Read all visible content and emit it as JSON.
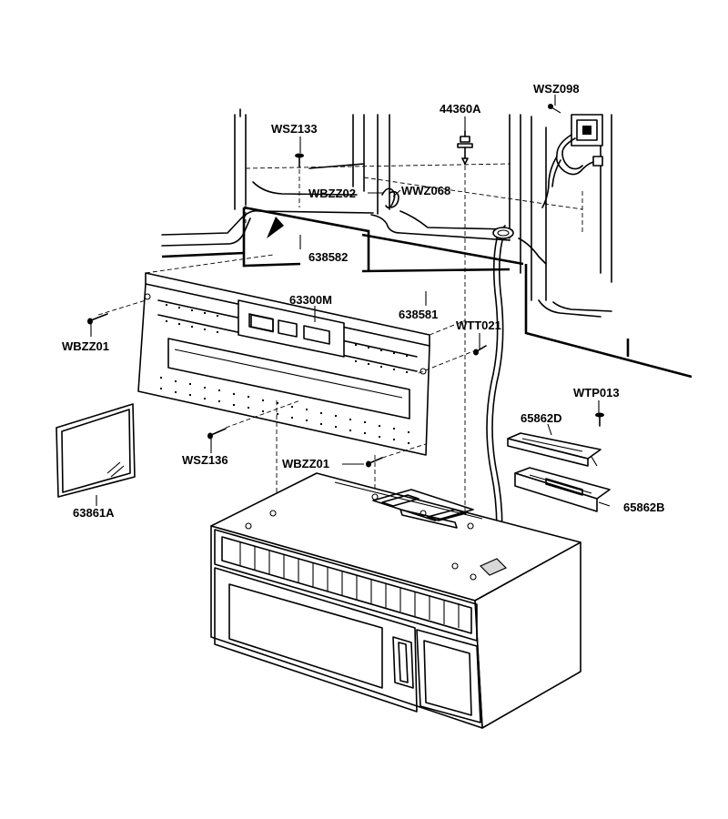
{
  "labels": {
    "WSZ098": "WSZ098",
    "L44360A": "44360A",
    "WSZ133": "WSZ133",
    "WBZZ02": "WBZZ02",
    "WWZ068": "WWZ068",
    "L638582": "638582",
    "L63300M": "63300M",
    "L638581": "638581",
    "WBZZ01_left": "WBZZ01",
    "WTT021": "WTT021",
    "WTP013": "WTP013",
    "L65862D": "65862D",
    "WSZ136": "WSZ136",
    "WBZZ01_center": "WBZZ01",
    "L63861A": "63861A",
    "L65862B": "65862B"
  }
}
